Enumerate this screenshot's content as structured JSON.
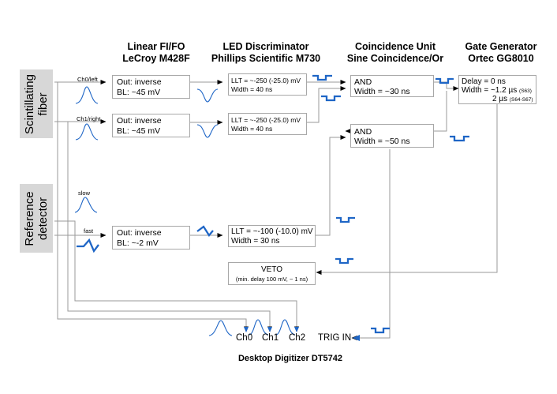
{
  "headers": {
    "fifo": [
      "Linear FI/FO",
      "LeCroy M428F"
    ],
    "led": [
      "LED Discriminator",
      "Phillips Scientific M730"
    ],
    "coinc": [
      "Coincidence Unit",
      "Sine Coincidence/Or"
    ],
    "gate": [
      "Gate Generator",
      "Ortec GG8010"
    ]
  },
  "detectors": {
    "fiber": [
      "Scintillating",
      "fiber"
    ],
    "reference": [
      "Reference",
      "detector"
    ]
  },
  "signal_labels": {
    "ch0_left": "Ch0/left",
    "ch1_right": "Ch1/right",
    "slow": "slow",
    "fast": "fast"
  },
  "fifo_boxes": [
    {
      "line1": "Out: inverse",
      "line2": "BL: ~45 mV"
    },
    {
      "line1": "Out: inverse",
      "line2": "BL: ~45 mV"
    },
    {
      "line1": "Out: inverse",
      "line2": "BL: ~-2 mV"
    }
  ],
  "disc_boxes": [
    {
      "line1": "LLT = ~-250 (-25.0) mV",
      "line2": "Width = 40 ns"
    },
    {
      "line1": "LLT = ~-250 (-25.0) mV",
      "line2": "Width = 40 ns"
    },
    {
      "line1": "LLT = ~-100 (-10.0) mV",
      "line2": "Width = 30 ns"
    }
  ],
  "and_boxes": [
    {
      "line1": "AND",
      "line2": "Width = ~30 ns"
    },
    {
      "line1": "AND",
      "line2": "Width = ~50 ns"
    }
  ],
  "gate_box": {
    "line1": "Delay = 0 ns",
    "line2": "Width = ~1.2 µs",
    "line2_note": "(S63)",
    "line3": "2 µs",
    "line3_note": "(S64-S67)"
  },
  "veto_box": {
    "line1": "VETO",
    "line2": "(min. delay 100 mV, ~ 1 ns)"
  },
  "digitizer": {
    "ch0": "Ch0",
    "ch1": "Ch1",
    "ch2": "Ch2",
    "trig": "TRIG IN",
    "title": "Desktop Digitizer DT5742"
  }
}
